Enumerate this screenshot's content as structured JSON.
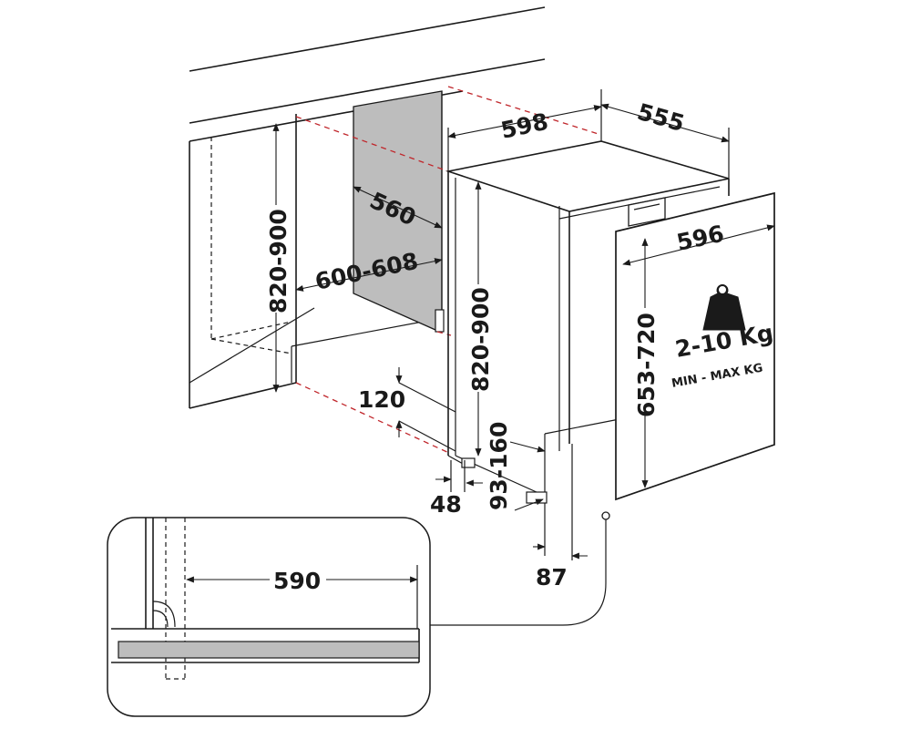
{
  "colors": {
    "line": "#1a1a1a",
    "cut_out": "#c0262b",
    "panel_fill": "#bdbdbd"
  },
  "dimensions": {
    "niche_height": "820-900",
    "niche_width": "600-608",
    "niche_depth": "560",
    "appliance_width": "598",
    "appliance_depth": "555",
    "appliance_height": "820-900",
    "door_width": "596",
    "door_height": "653-720",
    "plinth_height": "120",
    "plinth_setback": "48",
    "foot_height": "93-160",
    "door_setback": "87",
    "inset_width": "590"
  },
  "door_panel": {
    "weight_icon": "weight-icon",
    "weight": "2-10 Kg",
    "weight_caption": "MIN - MAX KG"
  }
}
